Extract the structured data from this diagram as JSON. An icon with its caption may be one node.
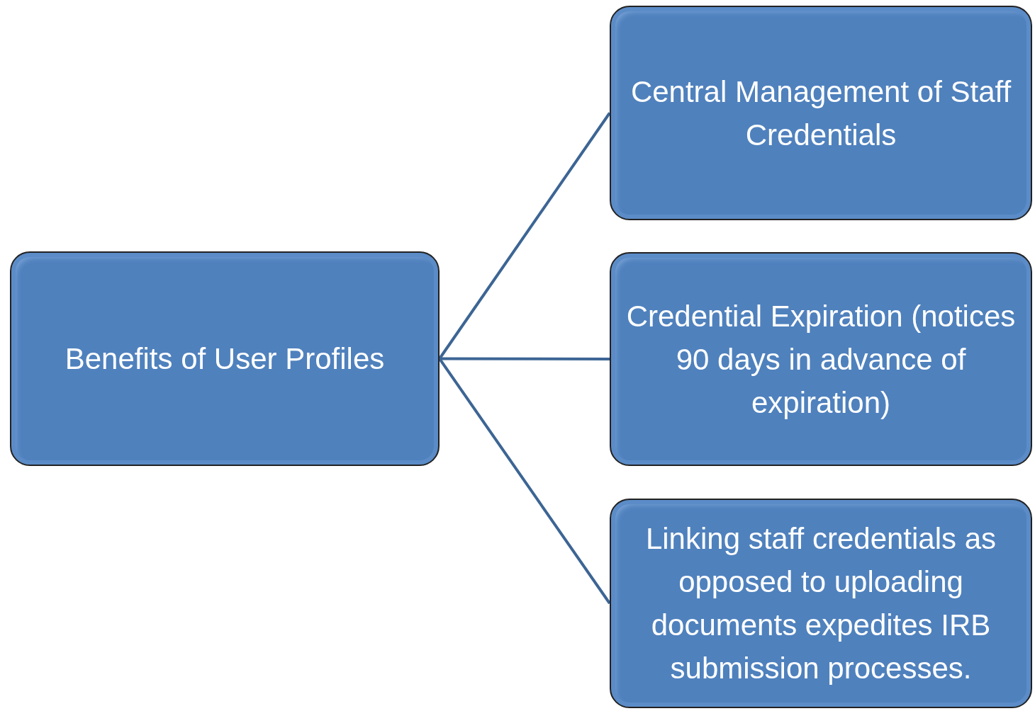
{
  "diagram": {
    "nodes": [
      {
        "text": [
          "Benefits of User Profiles"
        ]
      },
      {
        "text": [
          "Central Management of Staff Credentials"
        ]
      },
      {
        "text": [
          "Credential Expiration (notices 90 days in advance of expiration)"
        ]
      },
      {
        "text": [
          "Linking staff credentials as opposed to uploading documents expedites IRB submission processes."
        ]
      }
    ],
    "edges": [
      {
        "from": 0,
        "to": 1,
        "arrow": "none"
      },
      {
        "from": 0,
        "to": 2,
        "arrow": "none"
      },
      {
        "from": 0,
        "to": 3,
        "arrow": "none"
      }
    ]
  }
}
